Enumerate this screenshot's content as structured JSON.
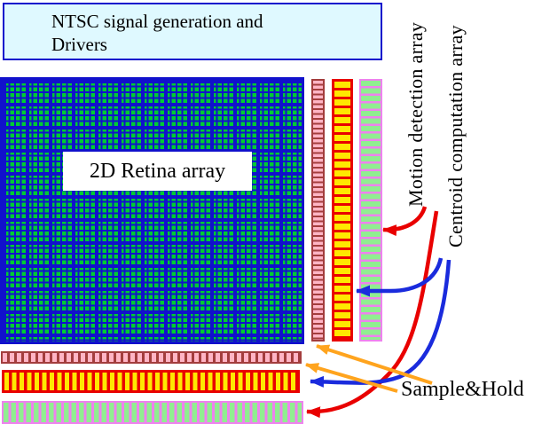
{
  "title_box": {
    "line1": "NTSC signal generation and",
    "line2": "Drivers"
  },
  "retina": {
    "label": "2D Retina array"
  },
  "annotations": {
    "motion": "Motion detection array",
    "centroid": "Centroid computation array",
    "sample_hold": "Sample&Hold"
  },
  "colors": {
    "grid-blue": "#1111cc",
    "grid-green": "#00cc33",
    "box-cyan": "#dff9ff",
    "pink": "#ffb5c5",
    "dark-red": "#a33d3d",
    "yellow": "#ffe800",
    "red": "#e90000",
    "light-green": "#90ee90",
    "violet": "#ee82ee",
    "arrow-blue": "#1a2bdd",
    "arrow-orange": "#ffa41e"
  }
}
